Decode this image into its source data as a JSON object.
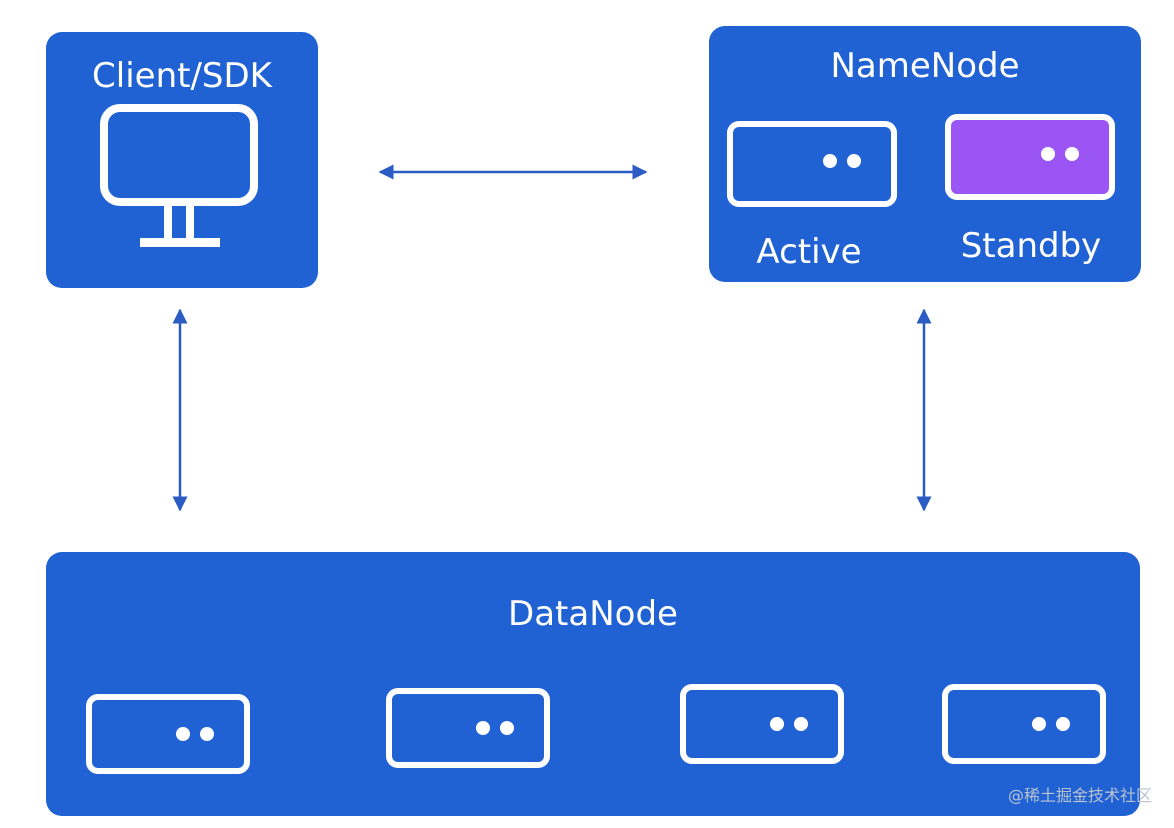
{
  "colors": {
    "panel": "#2062d4",
    "standby_fill": "#9b55f5",
    "arrow": "#2b5cc4",
    "icon_stroke": "#ffffff"
  },
  "client": {
    "title": "Client/SDK",
    "icon": "monitor-icon"
  },
  "namenode": {
    "title": "NameNode",
    "nodes": [
      {
        "label": "Active",
        "icon": "server-icon"
      },
      {
        "label": "Standby",
        "icon": "server-icon"
      }
    ]
  },
  "datanode": {
    "title": "DataNode",
    "server_count": 4,
    "icon": "server-icon"
  },
  "watermark": "@稀土掘金技术社区"
}
